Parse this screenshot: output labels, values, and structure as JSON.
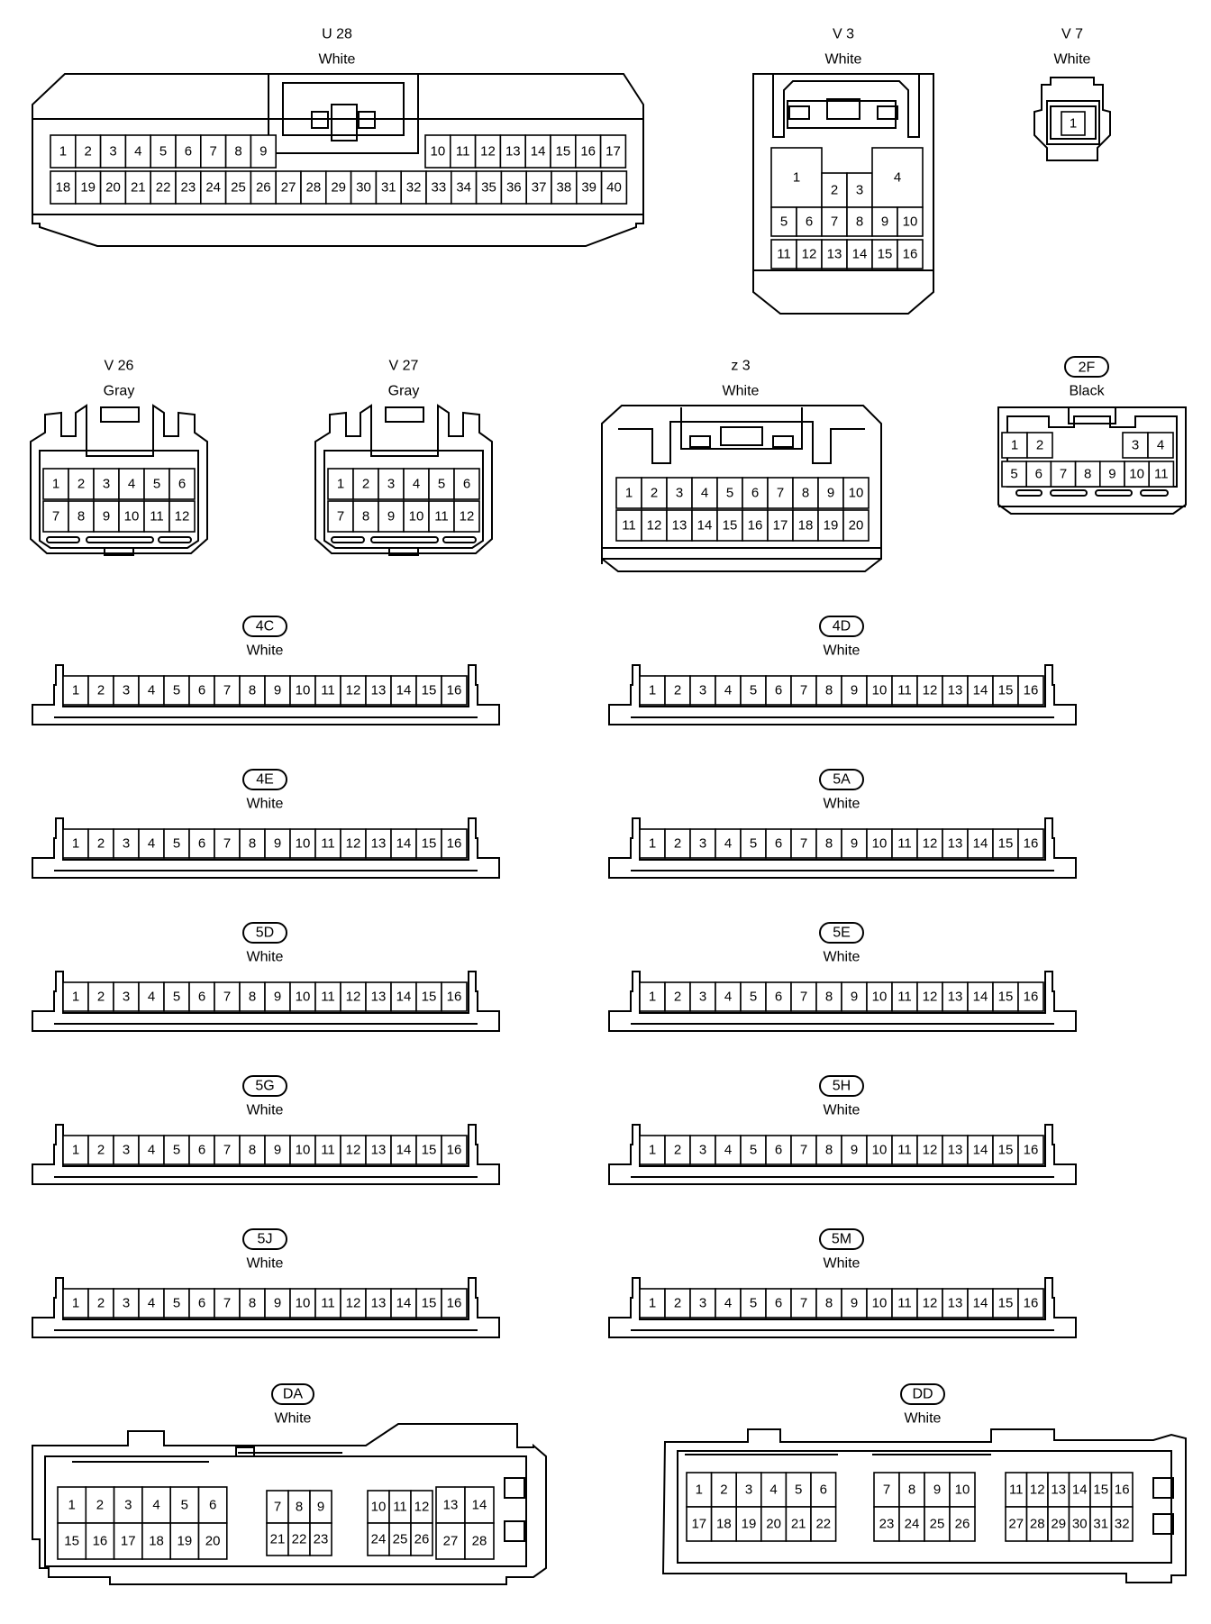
{
  "connectors": {
    "u28": {
      "id": "U 28",
      "color": "White"
    },
    "v3": {
      "id": "V 3",
      "color": "White"
    },
    "v7": {
      "id": "V 7",
      "color": "White"
    },
    "v26": {
      "id": "V 26",
      "color": "Gray"
    },
    "v27": {
      "id": "V 27",
      "color": "Gray"
    },
    "z3": {
      "id": "z 3",
      "color": "White"
    },
    "c2f": {
      "id": "2F",
      "color": "Black"
    },
    "c4c": {
      "id": "4C",
      "color": "White"
    },
    "c4d": {
      "id": "4D",
      "color": "White"
    },
    "c4e": {
      "id": "4E",
      "color": "White"
    },
    "c5a": {
      "id": "5A",
      "color": "White"
    },
    "c5d": {
      "id": "5D",
      "color": "White"
    },
    "c5e": {
      "id": "5E",
      "color": "White"
    },
    "c5g": {
      "id": "5G",
      "color": "White"
    },
    "c5h": {
      "id": "5H",
      "color": "White"
    },
    "c5j": {
      "id": "5J",
      "color": "White"
    },
    "c5m": {
      "id": "5M",
      "color": "White"
    },
    "da": {
      "id": "DA",
      "color": "White"
    },
    "dd": {
      "id": "DD",
      "color": "White"
    }
  },
  "pins": {
    "u28": [
      [
        "1",
        "2",
        "3",
        "4",
        "5",
        "6",
        "7",
        "8",
        "9",
        "10",
        "11",
        "12",
        "13",
        "14",
        "15",
        "16",
        "17"
      ],
      [
        "18",
        "19",
        "20",
        "21",
        "22",
        "23",
        "24",
        "25",
        "26",
        "27",
        "28",
        "29",
        "30",
        "31",
        "32",
        "33",
        "34",
        "35",
        "36",
        "37",
        "38",
        "39",
        "40"
      ]
    ],
    "v3": [
      [
        "1",
        "2",
        "3",
        "4"
      ],
      [
        "5",
        "6",
        "7",
        "8",
        "9",
        "10"
      ],
      [
        "11",
        "12",
        "13",
        "14",
        "15",
        "16"
      ]
    ],
    "v7": [
      "1"
    ],
    "v26": [
      [
        "1",
        "2",
        "3",
        "4",
        "5",
        "6"
      ],
      [
        "7",
        "8",
        "9",
        "10",
        "11",
        "12"
      ]
    ],
    "v27": [
      [
        "1",
        "2",
        "3",
        "4",
        "5",
        "6"
      ],
      [
        "7",
        "8",
        "9",
        "10",
        "11",
        "12"
      ]
    ],
    "z3": [
      [
        "1",
        "2",
        "3",
        "4",
        "5",
        "6",
        "7",
        "8",
        "9",
        "10"
      ],
      [
        "11",
        "12",
        "13",
        "14",
        "15",
        "16",
        "17",
        "18",
        "19",
        "20"
      ]
    ],
    "c2f": [
      [
        "1",
        "2",
        "3",
        "4"
      ],
      [
        "5",
        "6",
        "7",
        "8",
        "9",
        "10",
        "11"
      ]
    ],
    "strip16": [
      "1",
      "2",
      "3",
      "4",
      "5",
      "6",
      "7",
      "8",
      "9",
      "10",
      "11",
      "12",
      "13",
      "14",
      "15",
      "16"
    ],
    "da": [
      [
        "1",
        "2",
        "3",
        "4",
        "5",
        "6"
      ],
      [
        "15",
        "16",
        "17",
        "18",
        "19",
        "20"
      ],
      [
        "7",
        "8",
        "9"
      ],
      [
        "21",
        "22",
        "23"
      ],
      [
        "10",
        "11",
        "12",
        "13",
        "14"
      ],
      [
        "24",
        "25",
        "26",
        "27",
        "28"
      ]
    ],
    "dd": [
      [
        "1",
        "2",
        "3",
        "4",
        "5",
        "6"
      ],
      [
        "17",
        "18",
        "19",
        "20",
        "21",
        "22"
      ],
      [
        "7",
        "8",
        "9",
        "10"
      ],
      [
        "23",
        "24",
        "25",
        "26"
      ],
      [
        "11",
        "12",
        "13",
        "14",
        "15",
        "16"
      ],
      [
        "27",
        "28",
        "29",
        "30",
        "31",
        "32"
      ]
    ]
  }
}
